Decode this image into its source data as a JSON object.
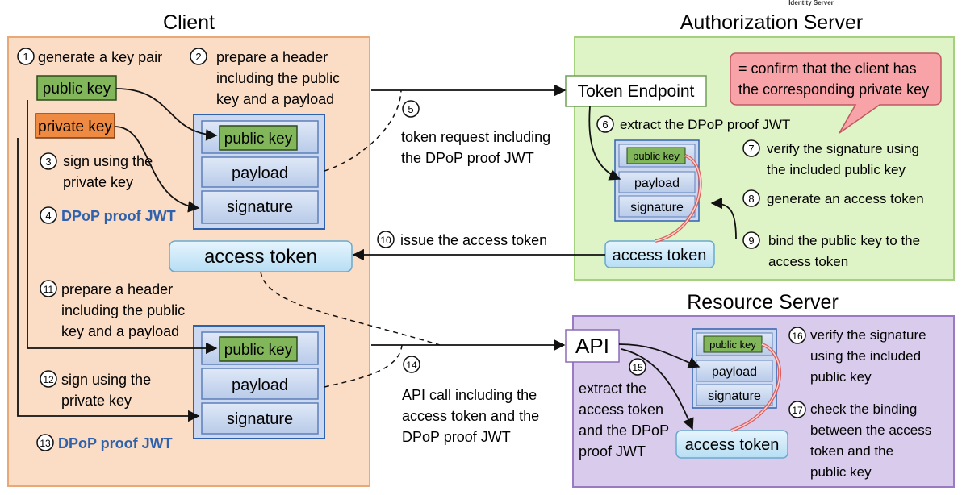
{
  "top_label": "Identity Server",
  "client": {
    "title": "Client",
    "step1": "generate a key pair",
    "step2": [
      "prepare a header",
      "including the public",
      "key and a payload"
    ],
    "public_key": "public key",
    "private_key": "private key",
    "step3": [
      "sign using the",
      "private key"
    ],
    "step4": "DPoP proof JWT",
    "access_token": "access token",
    "step11": [
      "prepare a header",
      "including the public",
      "key and a payload"
    ],
    "step12": [
      "sign using the",
      "private key"
    ],
    "step13": "DPoP proof JWT",
    "jwt": {
      "public_key": "public key",
      "payload": "payload",
      "signature": "signature"
    }
  },
  "auth_server": {
    "title": "Authorization Server",
    "token_endpoint": "Token Endpoint",
    "callout": [
      "= confirm that the client has",
      "the corresponding private key"
    ],
    "step6": "extract the DPoP proof JWT",
    "step7": [
      "verify the signature using",
      "the included public key"
    ],
    "step8": "generate an access token",
    "step9": [
      "bind the public key to the",
      "access token"
    ],
    "jwt": {
      "public_key": "public key",
      "payload": "payload",
      "signature": "signature"
    },
    "access_token": "access token"
  },
  "resource_server": {
    "title": "Resource Server",
    "api": "API",
    "step15": [
      "extract the",
      "access token",
      "and the DPoP",
      "proof JWT"
    ],
    "step16": [
      "verify the signature",
      "using the included",
      "public key"
    ],
    "step17": [
      "check the binding",
      "between the access",
      "token and the",
      "public key"
    ],
    "jwt": {
      "public_key": "public key",
      "payload": "payload",
      "signature": "signature"
    },
    "access_token": "access token"
  },
  "flows": {
    "step5": [
      "token request including",
      "the DPoP proof JWT"
    ],
    "step10": "issue the access token",
    "step14": [
      "API call including the",
      "access token and the",
      "DPoP proof JWT"
    ]
  },
  "step_numbers": [
    "1",
    "2",
    "3",
    "4",
    "5",
    "6",
    "7",
    "8",
    "9",
    "10",
    "11",
    "12",
    "13",
    "14",
    "15",
    "16",
    "17"
  ]
}
